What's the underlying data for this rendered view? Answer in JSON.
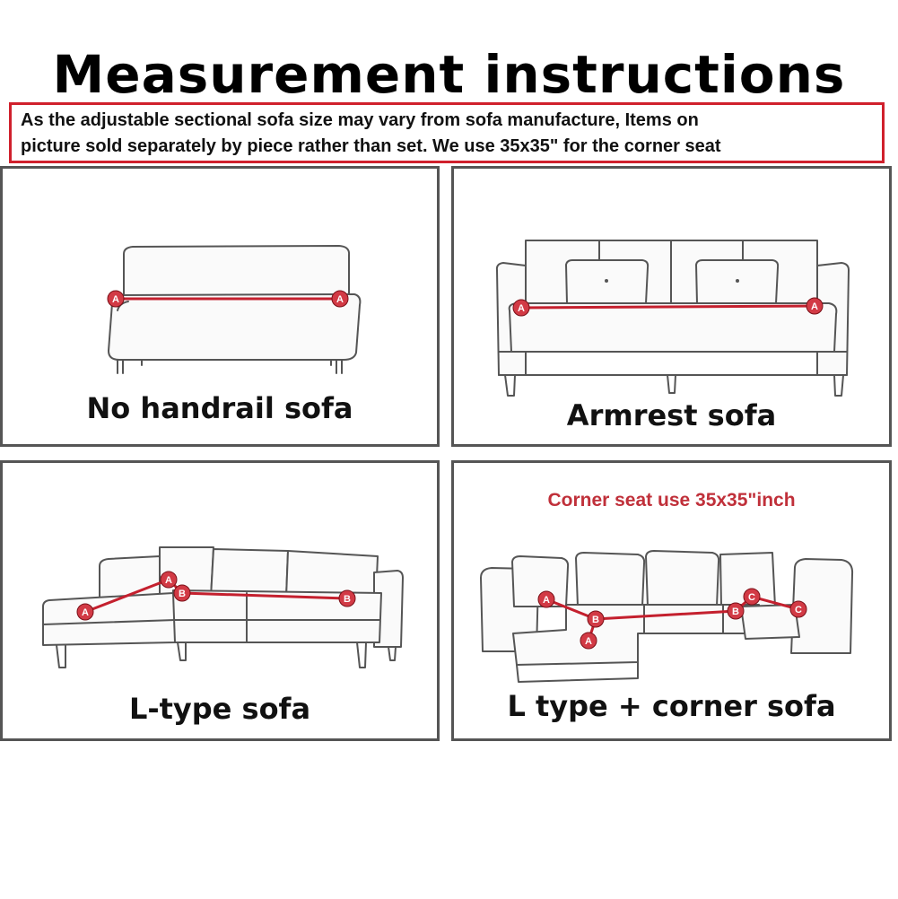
{
  "title": "Measurement instructions",
  "notice": {
    "line1": "As the adjustable sectional sofa size may vary from sofa manufacture, Items on",
    "line2": "picture sold separately by piece rather than set. We use 35x35\" for the corner seat",
    "border_color": "#d0202c"
  },
  "panels": [
    {
      "caption": "No handrail sofa",
      "points": [
        "A",
        "A"
      ]
    },
    {
      "caption": "Armrest sofa",
      "points": [
        "A",
        "A"
      ]
    },
    {
      "caption": "L-type sofa",
      "points": [
        "A",
        "A",
        "B",
        "B"
      ]
    },
    {
      "caption": "L type + corner sofa",
      "note": "Corner seat use 35x35\"inch",
      "points": [
        "A",
        "A",
        "B",
        "B",
        "C",
        "C"
      ]
    }
  ],
  "colors": {
    "measure_line": "#c4202e",
    "point_marker": "#d23a45",
    "note_text": "#c0303a"
  }
}
